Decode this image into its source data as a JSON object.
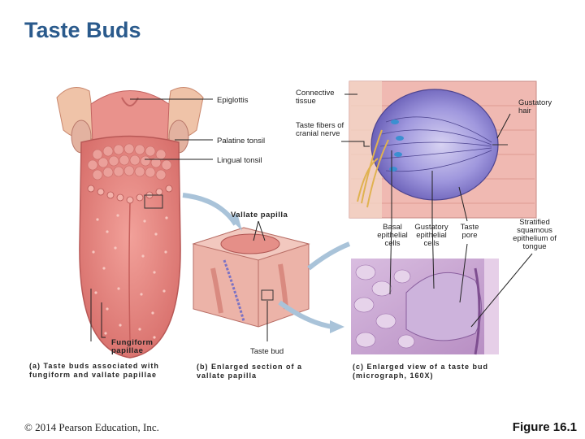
{
  "title": "Taste Buds",
  "labels": {
    "epiglottis": "Epiglottis",
    "palatine_tonsil": "Palatine tonsil",
    "lingual_tonsil": "Lingual tonsil",
    "connective_tissue": "Connective tissue",
    "taste_fibers": "Taste fibers of cranial nerve",
    "gustatory_hair": "Gustatory hair",
    "vallate_papilla": "Vallate papilla",
    "basal_cells": "Basal epithelial cells",
    "gustatory_cells": "Gustatory epithelial cells",
    "taste_pore": "Taste pore",
    "stratified": "Stratified squamous epithelium of tongue",
    "fungiform": "Fungiform papillae",
    "taste_bud": "Taste bud"
  },
  "captions": {
    "a": "(a) Taste buds associated with fungiform and vallate papillae",
    "b": "(b) Enlarged section of a vallate papilla",
    "c": "(c) Enlarged view of a taste bud (micrograph, 160X)"
  },
  "footer": {
    "copyright": "© 2014 Pearson Education, Inc.",
    "figure": "Figure 16.1"
  },
  "colors": {
    "title": "#2a5a8c",
    "tongue": "#e8837e",
    "tongue_dark": "#c9605e",
    "bud_purple": "#7b72c4",
    "micrograph": "#c8a6cf",
    "arrow": "#a9c3d9"
  }
}
